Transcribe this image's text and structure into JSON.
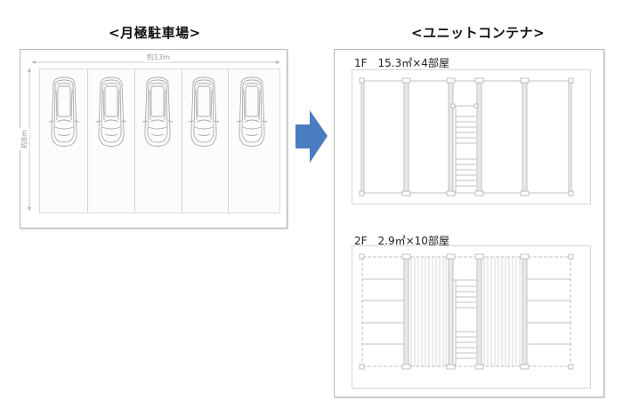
{
  "left_panel": {
    "title": "<月極駐車場>",
    "width_label": "約13m",
    "depth_label": "約8m",
    "parking_spaces": 5,
    "cars": [
      "car-1",
      "car-2",
      "car-3",
      "car-4",
      "car-5"
    ]
  },
  "arrow": {
    "direction": "right",
    "color": "#4a7cc0"
  },
  "right_panel": {
    "title": "<ユニットコンテナ>",
    "floors": [
      {
        "label": "1F　15.3㎡×4部屋",
        "floor": "1F",
        "area": "15.3㎡",
        "rooms": 4
      },
      {
        "label": "2F　2.9㎡×10部屋",
        "floor": "2F",
        "area": "2.9㎡",
        "rooms": 10
      }
    ]
  },
  "colors": {
    "line": "#c8c8c8",
    "frame": "#b8b8b8",
    "arrow": "#4a7cc0"
  }
}
